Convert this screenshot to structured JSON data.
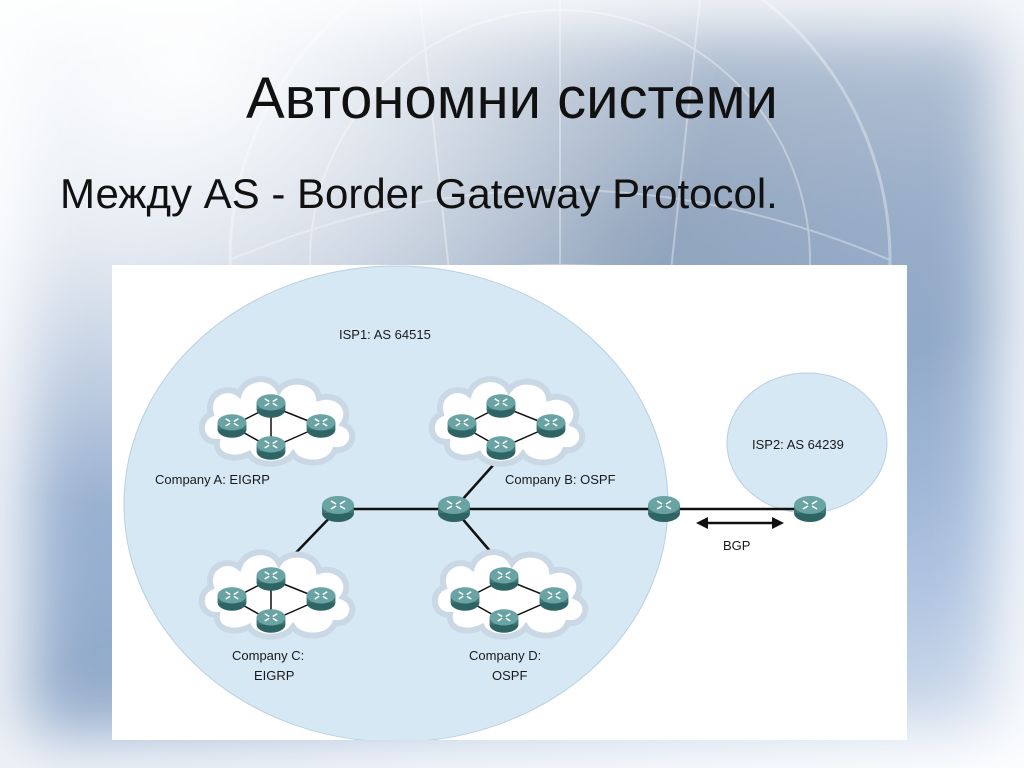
{
  "slide": {
    "title": "Автономни системи",
    "bullet": "Между AS - Border Gateway Protocol."
  },
  "diagram": {
    "isp1_label": "ISP1:  AS 64515",
    "isp2_label": "ISP2:  AS 64239",
    "company_a_label": "Company A: EIGRP",
    "company_b_label": "Company B: OSPF",
    "company_c_label_line1": "Company C:",
    "company_c_label_line2": "EIGRP",
    "company_d_label_line1": "Company D:",
    "company_d_label_line2": "OSPF",
    "bgp_label": "BGP"
  },
  "colors": {
    "isp_fill": "#d6e8f3",
    "cloud_fill": "#ffffff",
    "router_fill": "#4f8a8b",
    "link": "#111111"
  }
}
